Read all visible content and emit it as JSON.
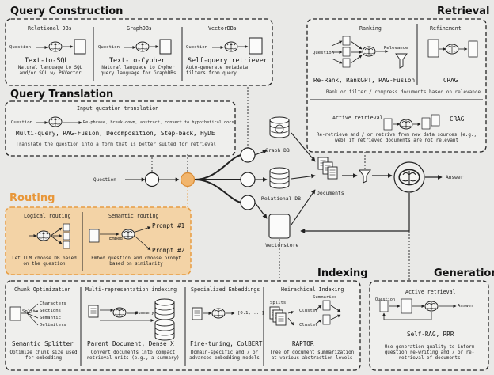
{
  "sections": {
    "query_construction": "Query Construction",
    "query_translation": "Query Translation",
    "routing": "Routing",
    "indexing": "Indexing",
    "retrieval": "Retrieval",
    "generation": "Generation"
  },
  "query_construction": {
    "columns": [
      {
        "heading": "Relational DBs",
        "method": "Text-to-SQL",
        "desc": "Natural language to SQL and/or SQL w/ PGVector",
        "small": "Question"
      },
      {
        "heading": "GraphDBs",
        "method": "Text-to-Cypher",
        "desc": "Natural language to Cypher query language for GraphDBs",
        "small": "Question"
      },
      {
        "heading": "VectorDBs",
        "method": "Self-query retriever",
        "desc": "Auto-generate metadata filters from query",
        "small": "Question"
      }
    ]
  },
  "query_translation": {
    "heading": "Input question translation",
    "small_question": "Question",
    "arrow_note": "Re-phrase, break-down, abstract, convert to hypothetical docs",
    "methods": "Multi-query, RAG-Fusion, Decomposition, Step-back, HyDE",
    "desc": "Translate the question into a form that is better suited for retrieval"
  },
  "routing": {
    "logical_heading": "Logical routing",
    "logical_desc": "Let LLM choose DB based on the question",
    "semantic_heading": "Semantic routing",
    "prompt1": "Prompt #1",
    "prompt2": "Prompt #2",
    "embed": "Embed",
    "semantic_desc": "Embed question and choose prompt based on similarity"
  },
  "main_flow": {
    "question": "Question",
    "graph_db": "Graph DB",
    "relational_db": "Relational DB",
    "vectorstore": "Vectorstore",
    "documents": "Documents",
    "answer": "Answer"
  },
  "retrieval": {
    "ranking_heading": "Ranking",
    "question": "Question",
    "relevance": "Relevance",
    "ranking_methods": "Re-Rank, RankGPT, RAG-Fusion",
    "refinement_heading": "Refinement",
    "crag": "CRAG",
    "rank_desc": "Rank or filter / compress documents based on relevance",
    "active_heading": "Active retrieval",
    "active_crag": "CRAG",
    "active_desc": "Re-retrieve and / or retrive from new data sources (e.g., web) if retrieved documents are not relevant"
  },
  "indexing": {
    "chunk": {
      "heading": "Chunk Optimization",
      "split": "Splits",
      "items": [
        "Characters",
        "Sections",
        "Semantic",
        "Delimiters"
      ],
      "method": "Semantic Splitter",
      "desc": "Optimize chunk size used for embedding"
    },
    "multirep": {
      "heading": "Multi-representation indexing",
      "summary": "Summary",
      "method": "Parent Document, Dense X",
      "desc": "Convert documents into compact retrieval units (e.g., a summary)"
    },
    "embeddings": {
      "heading": "Specialized Embeddings",
      "vector": "[0.1, ...]",
      "method": "Fine-tuning, ColBERT",
      "desc": "Domain-specific and / or advanced embedding models"
    },
    "hierarchical": {
      "heading": "Heirachical Indexing",
      "splits": "Splits",
      "cluster": "Cluster",
      "summaries": "Summaries",
      "method": "RAPTOR",
      "desc": "Tree of document summarization at various abstraction levels"
    }
  },
  "generation": {
    "heading": "Active retrieval",
    "question": "Question",
    "answer": "Answer",
    "method": "Self-RAG, RRR",
    "desc": "Use generation quality to inform question re-writing and / or re-retrieval of documents"
  },
  "colors": {
    "routing_fill": "#f3d3a6",
    "routing_stroke": "#e79c42",
    "routing_title": "#e8973a",
    "background": "#e9e9e7"
  }
}
